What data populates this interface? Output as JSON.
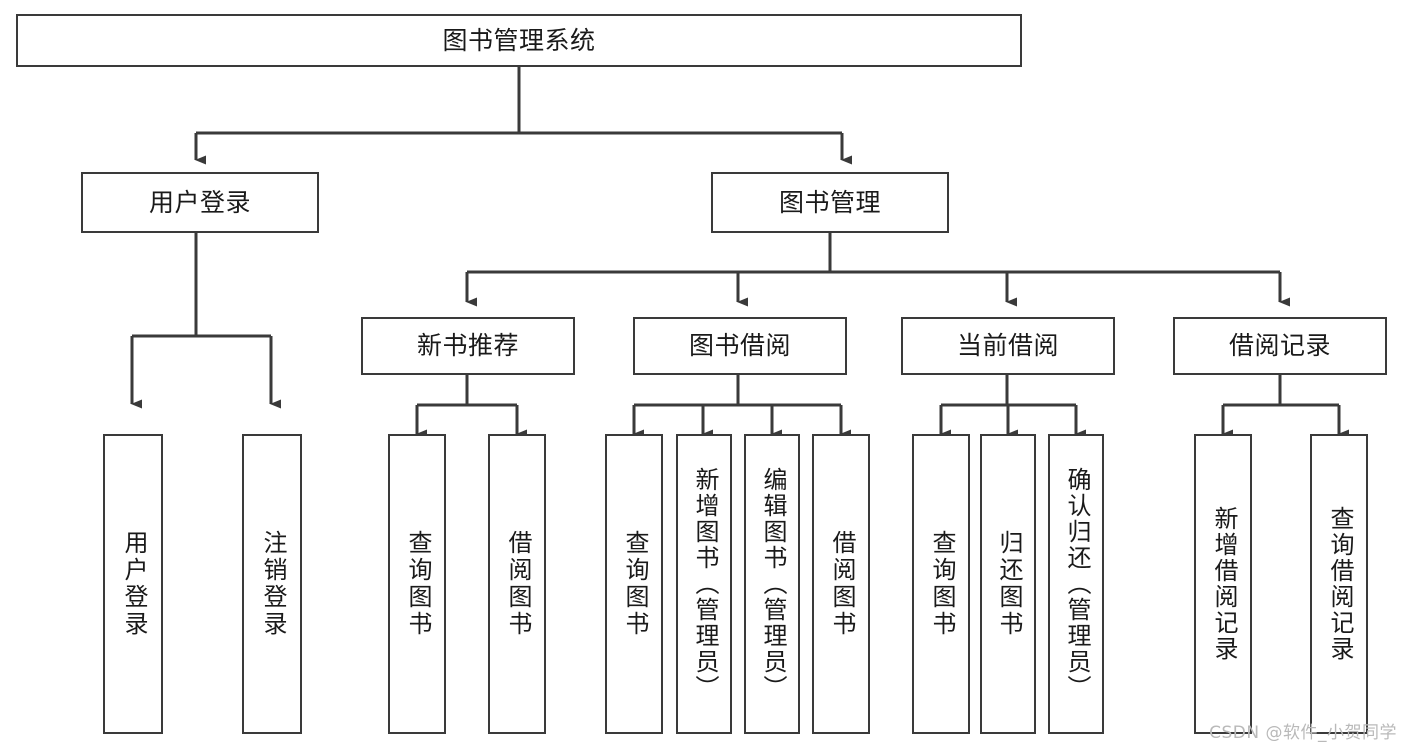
{
  "diagram": {
    "type": "tree",
    "title": "图书管理系统",
    "orientation": "top-down",
    "edge_style": "orthogonal-arrow",
    "colors": {
      "node_border": "#3a3a3a",
      "node_fill": "#ffffff",
      "edge": "#3a3a3a",
      "text": "#1a1a1a",
      "watermark": "#b9b9b9",
      "background": "#ffffff"
    },
    "nodes": {
      "root": {
        "label": "图书管理系统",
        "orientation": "horizontal"
      },
      "level2": [
        {
          "id": "user-login",
          "label": "用户登录",
          "orientation": "horizontal"
        },
        {
          "id": "book-manage",
          "label": "图书管理",
          "orientation": "horizontal"
        }
      ],
      "level3": [
        {
          "id": "new-book-recommend",
          "label": "新书推荐",
          "orientation": "horizontal"
        },
        {
          "id": "book-borrow",
          "label": "图书借阅",
          "orientation": "horizontal"
        },
        {
          "id": "current-borrow",
          "label": "当前借阅",
          "orientation": "horizontal"
        },
        {
          "id": "borrow-record",
          "label": "借阅记录",
          "orientation": "horizontal"
        }
      ],
      "leaves": [
        {
          "id": "leaf-user-login",
          "label": "用户登录",
          "parent": "user-login",
          "orientation": "vertical"
        },
        {
          "id": "leaf-logout-login",
          "label": "注销登录",
          "parent": "user-login",
          "orientation": "vertical"
        },
        {
          "id": "leaf-query-book-1",
          "label": "查询图书",
          "parent": "new-book-recommend",
          "orientation": "vertical"
        },
        {
          "id": "leaf-borrow-book-1",
          "label": "借阅图书",
          "parent": "new-book-recommend",
          "orientation": "vertical"
        },
        {
          "id": "leaf-query-book-2",
          "label": "查询图书",
          "parent": "book-borrow",
          "orientation": "vertical"
        },
        {
          "id": "leaf-add-book",
          "label": "新增图书（管理员）",
          "parent": "book-borrow",
          "orientation": "vertical"
        },
        {
          "id": "leaf-edit-book",
          "label": "编辑图书（管理员）",
          "parent": "book-borrow",
          "orientation": "vertical"
        },
        {
          "id": "leaf-borrow-book-2",
          "label": "借阅图书",
          "parent": "book-borrow",
          "orientation": "vertical"
        },
        {
          "id": "leaf-query-book-3",
          "label": "查询图书",
          "parent": "current-borrow",
          "orientation": "vertical"
        },
        {
          "id": "leaf-return-book",
          "label": "归还图书",
          "parent": "current-borrow",
          "orientation": "vertical"
        },
        {
          "id": "leaf-confirm-return",
          "label": "确认归还（管理员）",
          "parent": "current-borrow",
          "orientation": "vertical"
        },
        {
          "id": "leaf-add-record",
          "label": "新增借阅记录",
          "parent": "borrow-record",
          "orientation": "vertical"
        },
        {
          "id": "leaf-query-record",
          "label": "查询借阅记录",
          "parent": "borrow-record",
          "orientation": "vertical"
        }
      ]
    },
    "watermark": "CSDN @软件_小贺同学"
  }
}
